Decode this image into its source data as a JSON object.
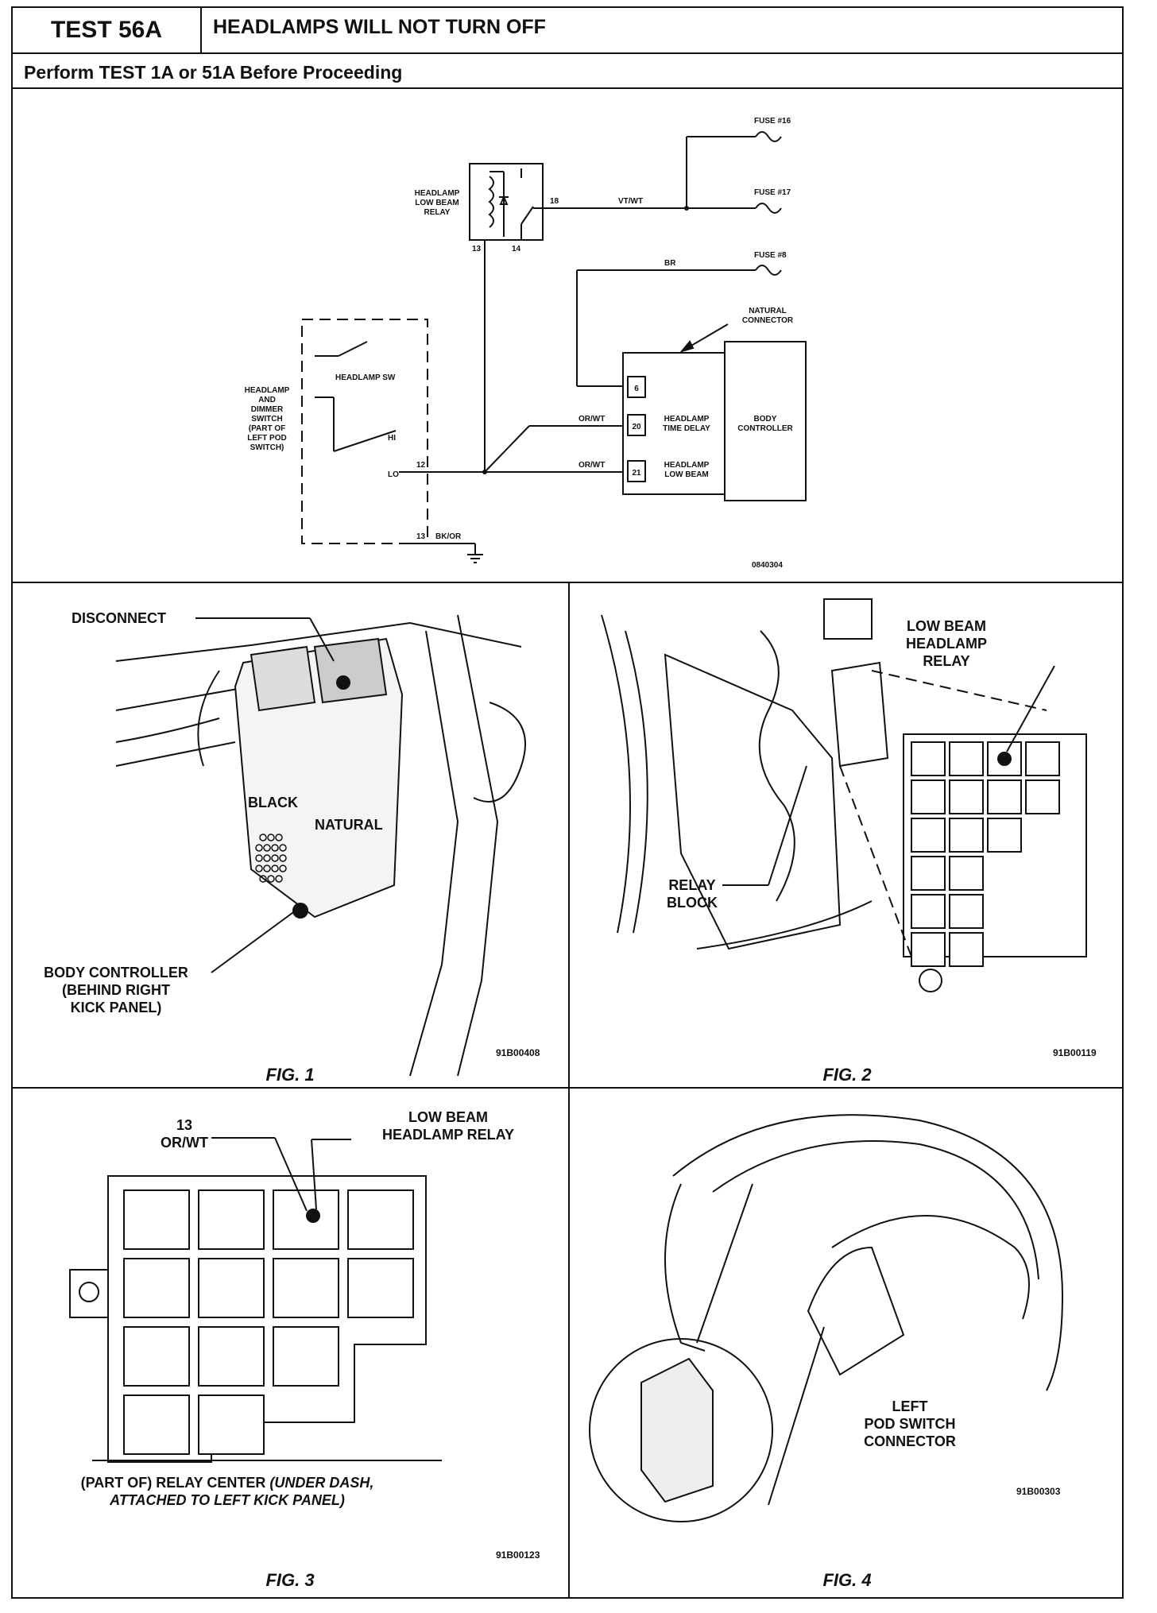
{
  "header": {
    "test_id": "TEST 56A",
    "title": "HEADLAMPS WILL NOT TURN OFF",
    "prereq": "Perform TEST 1A or 51A Before Proceeding"
  },
  "schematic": {
    "fuse16": "FUSE #16",
    "fuse17": "FUSE #17",
    "fuse8": "FUSE #8",
    "relay_label": [
      "HEADLAMP",
      "LOW BEAM",
      "RELAY"
    ],
    "relay_pin13": "13",
    "relay_pin14": "14",
    "relay_pin18": "18",
    "wire_vtwt": "VT/WT",
    "wire_br": "BR",
    "natural_connector": [
      "NATURAL",
      "CONNECTOR"
    ],
    "switch_label": [
      "HEADLAMP",
      "AND",
      "DIMMER",
      "SWITCH",
      "(PART OF",
      "LEFT POD",
      "SWITCH)"
    ],
    "headlamp_sw": "HEADLAMP SW",
    "hi": "HI",
    "lo": "LO",
    "pin12": "12",
    "pin13": "13",
    "wire_bkor": "BK/OR",
    "wire_orwt_a": "OR/WT",
    "wire_orwt_b": "OR/WT",
    "pin6": "6",
    "pin20": "20",
    "pin21": "21",
    "time_delay": [
      "HEADLAMP",
      "TIME DELAY"
    ],
    "low_beam": [
      "HEADLAMP",
      "LOW BEAM"
    ],
    "body_controller": [
      "BODY",
      "CONTROLLER"
    ],
    "code": "0840304"
  },
  "fig1": {
    "disconnect": "DISCONNECT",
    "black": "BLACK",
    "natural": "NATURAL",
    "body_controller": [
      "BODY CONTROLLER",
      "(BEHIND RIGHT",
      "KICK PANEL)"
    ],
    "code": "91B00408",
    "caption": "FIG. 1"
  },
  "fig2": {
    "low_beam": [
      "LOW BEAM",
      "HEADLAMP",
      "RELAY"
    ],
    "relay_block": [
      "RELAY",
      "BLOCK"
    ],
    "code": "91B00119",
    "caption": "FIG. 2"
  },
  "fig3": {
    "pin": [
      "13",
      "OR/WT"
    ],
    "low_beam": [
      "LOW BEAM",
      "HEADLAMP RELAY"
    ],
    "relay_center_a": "(PART OF) RELAY CENTER ",
    "relay_center_b": "(UNDER DASH,",
    "relay_center_c": "ATTACHED TO LEFT KICK PANEL)",
    "code": "91B00123",
    "caption": "FIG. 3"
  },
  "fig4": {
    "left_pod": [
      "LEFT",
      "POD SWITCH",
      "CONNECTOR"
    ],
    "code": "91B00303",
    "caption": "FIG. 4"
  }
}
